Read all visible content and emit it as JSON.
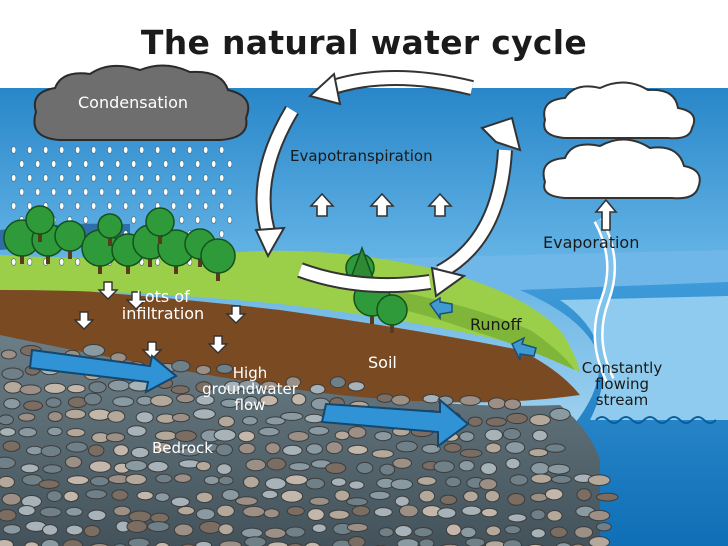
{
  "title": "The natural water cycle",
  "labels": {
    "condensation": "Condensation",
    "evapotranspiration": "Evapotranspiration",
    "evaporation": "Evaporation",
    "lots_of_infiltration": [
      "Lots of",
      "infiltration"
    ],
    "runoff": "Runoff",
    "soil": "Soil",
    "high_groundwater_flow": [
      "High",
      "groundwater",
      "flow"
    ],
    "bedrock": "Bedrock",
    "constantly_flowing_stream": [
      "Constantly",
      "flowing",
      "stream"
    ]
  },
  "colors": {
    "sky_top": "#0a6fba",
    "sky_bottom": "#9fd1f0",
    "grass": "#9bcf4a",
    "soil": "#7a4a22",
    "bedrock": "#5d6f78",
    "water": "#1c86d0",
    "cloud_dark": "#6a6a6a",
    "tree": "#2f9a3a"
  }
}
